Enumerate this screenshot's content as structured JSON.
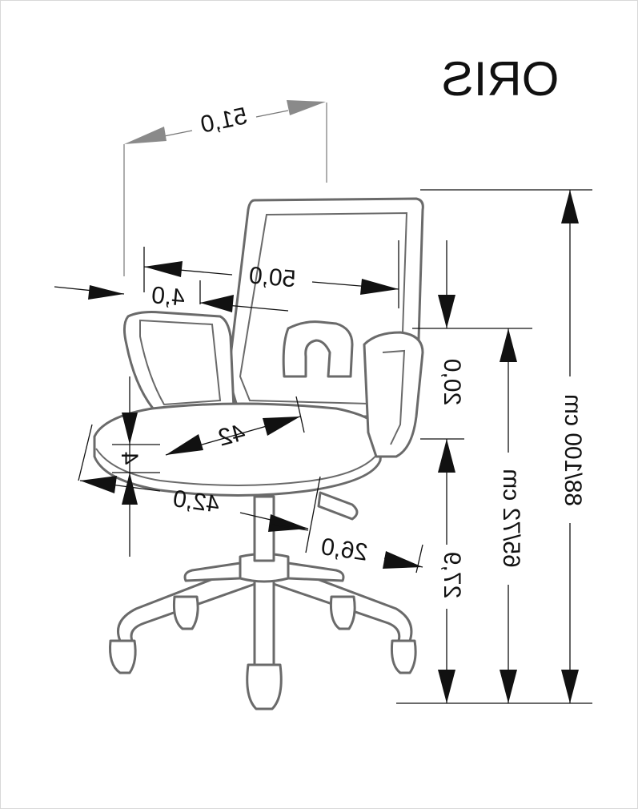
{
  "title": "ORIS",
  "dimensions": {
    "total_width": "51,0",
    "seat_back_width": "50,0",
    "armrest_offset": "4,0",
    "seat_depth": "42",
    "seat_thickness": "4",
    "seat_width": "42,0",
    "base_radius": "26,0",
    "back_height": "20,0",
    "base_height": "27,9",
    "seat_height": "65/72 cm",
    "total_height": "88/100 cm"
  },
  "colors": {
    "line": "#111111",
    "chair_outline": "#6a6a6a",
    "gray_arrow": "#8a8a8a"
  }
}
